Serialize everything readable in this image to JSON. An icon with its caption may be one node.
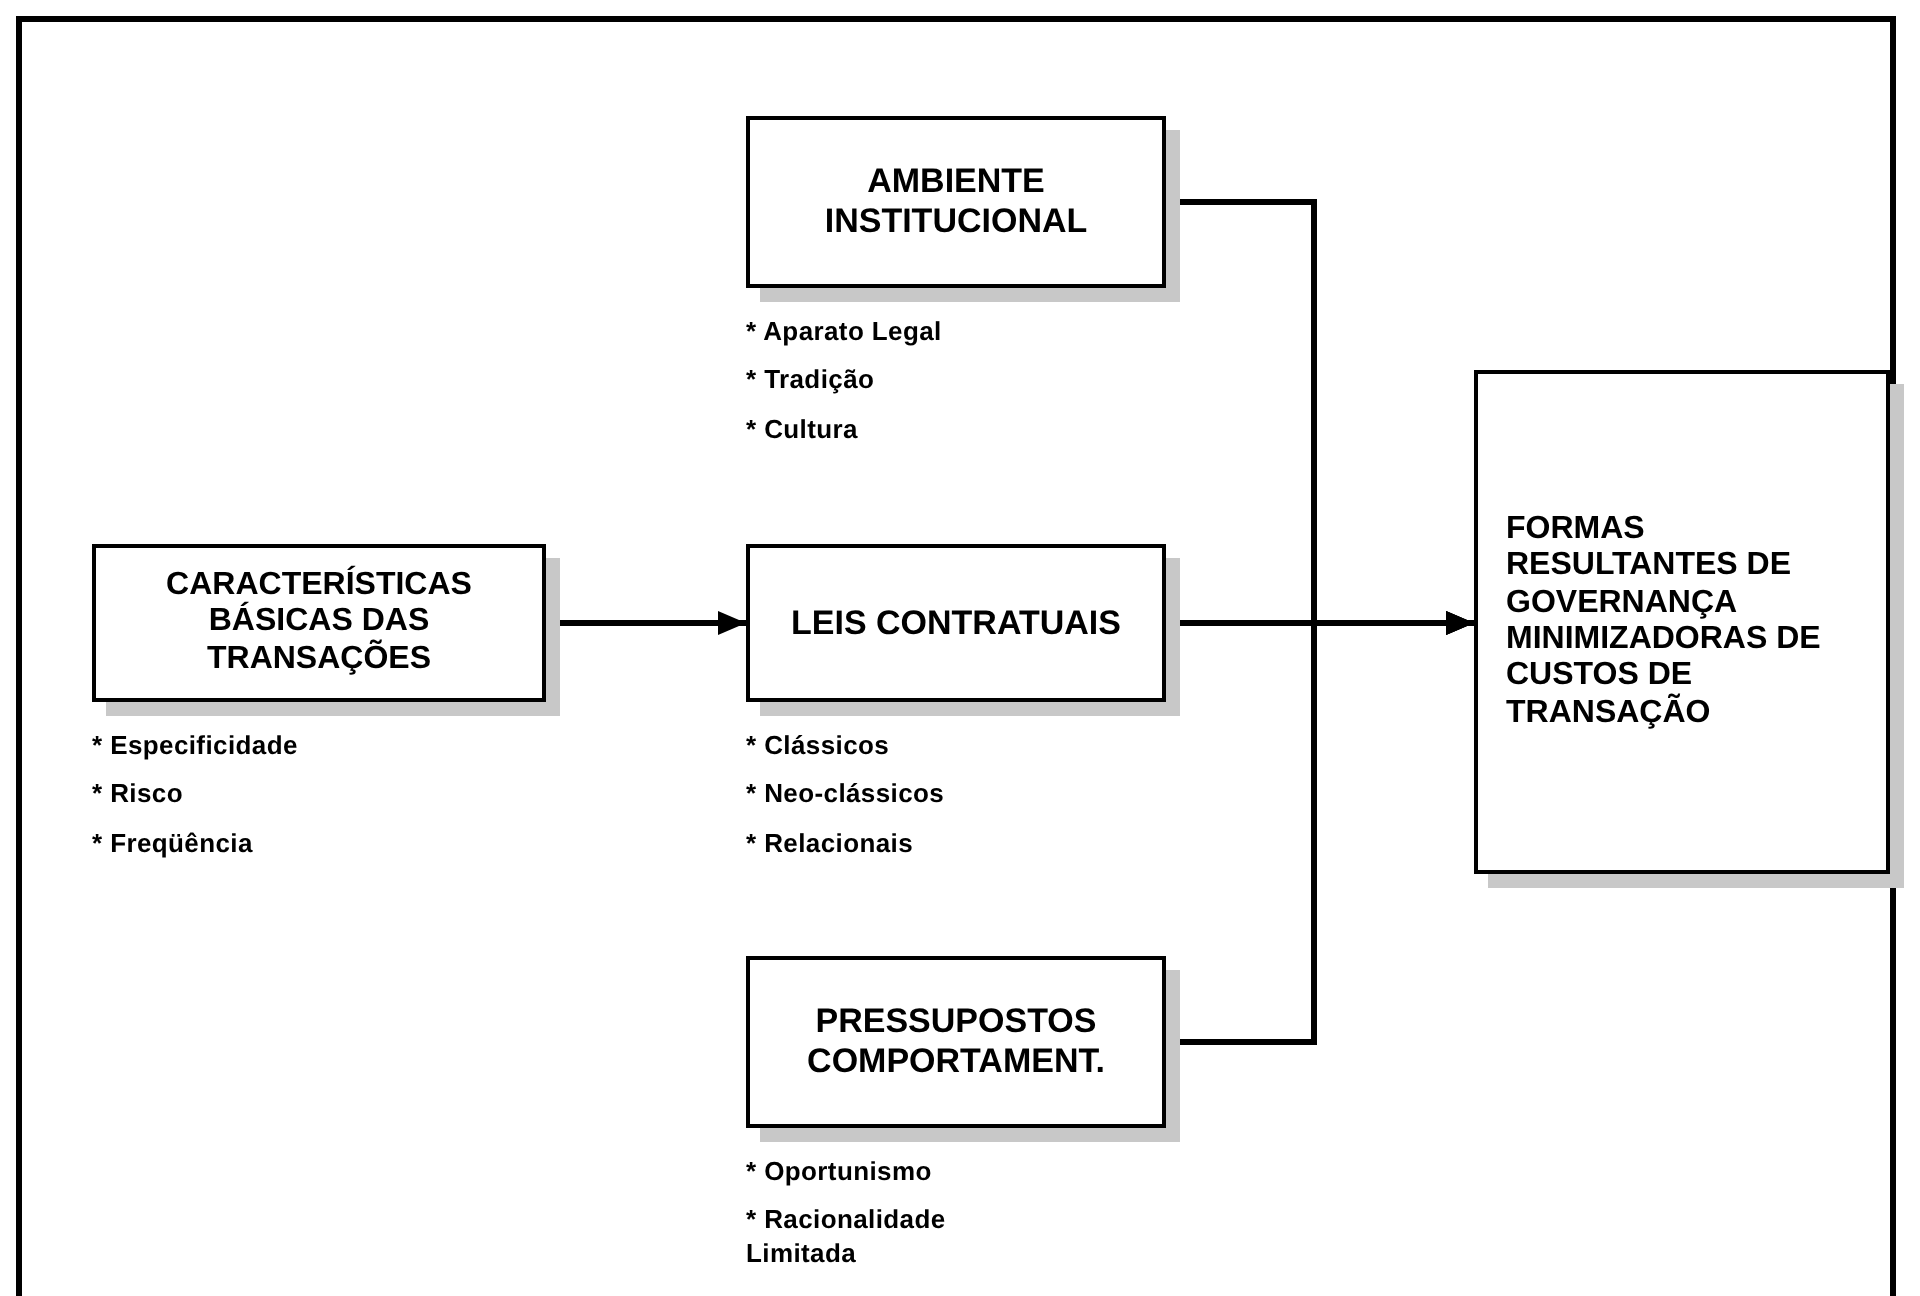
{
  "diagram": {
    "nodes": [
      {
        "text": [
          "AMBIENTE INSTITUCIONAL"
        ],
        "beside": [
          "* Aparato Legal",
          "* Tradição",
          "* Cultura"
        ]
      },
      {
        "text": [
          "CARACTERÍSTICAS BÁSICAS DAS TRANSAÇÕES"
        ],
        "beside": [
          "* Especificidade",
          "* Risco",
          "* Freqüência"
        ]
      },
      {
        "text": [
          "LEIS CONTRATUAIS"
        ],
        "beside": [
          "* Clássicos",
          "* Neo-clássicos",
          "* Relacionais"
        ]
      },
      {
        "text": [
          "PRESSUPOSTOS COMPORTAMENT."
        ],
        "beside": [
          "* Oportunismo",
          "* Racionalidade Limitada"
        ]
      },
      {
        "text": [
          "FORMAS RESULTANTES DE GOVERNANÇA MINIMIZADORAS DE CUSTOS DE TRANSAÇÃO"
        ]
      }
    ],
    "edges": [
      {
        "from": 1,
        "to": 2,
        "arrow": "to"
      },
      {
        "from": 0,
        "to": 4,
        "arrow": "to"
      },
      {
        "from": 2,
        "to": 4,
        "arrow": "to"
      },
      {
        "from": 3,
        "to": 4,
        "arrow": "to"
      }
    ]
  }
}
